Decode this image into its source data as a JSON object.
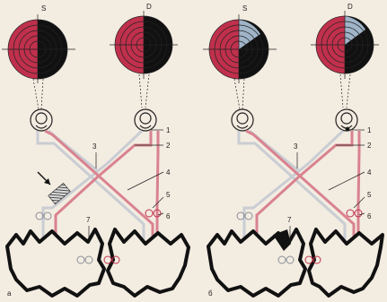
{
  "colors": {
    "paper": "#f3ece1",
    "red": "#c0304c",
    "pathway_red": "#d9828f",
    "pathway_grey": "#c9cdd3",
    "black": "#111111",
    "lesion_blue": "#9fb4c8"
  },
  "panels": [
    {
      "letter": "а",
      "field_left_label": "S",
      "field_right_label": "D",
      "callouts": [
        "1",
        "2",
        "3",
        "4",
        "5",
        "6",
        "7"
      ]
    },
    {
      "letter": "б",
      "field_left_label": "S",
      "field_right_label": "D",
      "callouts": [
        "1",
        "2",
        "3",
        "4",
        "5",
        "6",
        "7"
      ]
    }
  ]
}
